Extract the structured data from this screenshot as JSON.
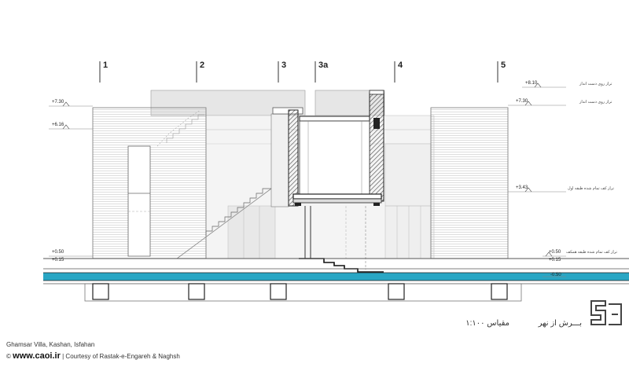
{
  "axes": [
    "1",
    "2",
    "3",
    "3a",
    "4",
    "5"
  ],
  "levels": {
    "left": [
      "+7.30",
      "+6.16",
      "+0.50",
      "+0.15"
    ],
    "right": [
      "+8.10",
      "+7.30",
      "+3.43",
      "+0.50",
      "+0.15",
      "-0.50"
    ]
  },
  "notes": {
    "roof_top": "تراز روی دست انداز",
    "roof": "تراز روی دست انداز",
    "first_floor": "تراز کف تمام شده طبقه اول",
    "ground_floor": "تراز کف تمام شده طبقه همکف"
  },
  "title": {
    "section": "بـــرش از نهر",
    "scale": "مقیاس ۱:۱۰۰"
  },
  "credits": {
    "project": "Ghamsar Villa, Kashan, Isfahan",
    "copyright_symbol": "©",
    "site": "www.caoi.ir",
    "separator": "|",
    "courtesy": "Courtesy of Rastak-e-Engareh & Naghsh"
  },
  "colors": {
    "water": "#29a6c4",
    "hatch": "#666666",
    "line": "#555555"
  }
}
